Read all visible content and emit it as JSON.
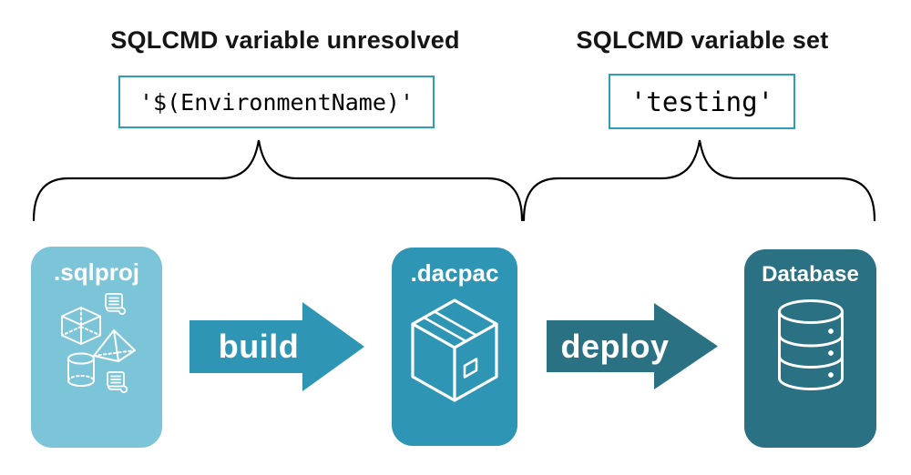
{
  "annotations": {
    "left": {
      "heading": "SQLCMD variable unresolved",
      "code": "'$(EnvironmentName)'"
    },
    "right": {
      "heading": "SQLCMD variable set",
      "code": "'testing'"
    }
  },
  "nodes": [
    {
      "id": "sqlproj",
      "label": ".sqlproj",
      "color": "#7cc4d8",
      "icon": "sql-schema-objects-icon"
    },
    {
      "id": "dacpac",
      "label": ".dacpac",
      "color": "#2e95b4",
      "icon": "package-box-icon"
    },
    {
      "id": "database",
      "label": "Database",
      "color": "#2a7183",
      "icon": "database-cylinder-icon"
    }
  ],
  "arrows": [
    {
      "id": "build",
      "label": "build",
      "color": "#2e95b4"
    },
    {
      "id": "deploy",
      "label": "deploy",
      "color": "#2a7183"
    }
  ],
  "colors": {
    "background": "#ffffff",
    "heading_text": "#151515",
    "code_text": "#000000",
    "code_box_border": "#2f9cba",
    "brace": "#000000",
    "icon_stroke": "#ffffff"
  }
}
